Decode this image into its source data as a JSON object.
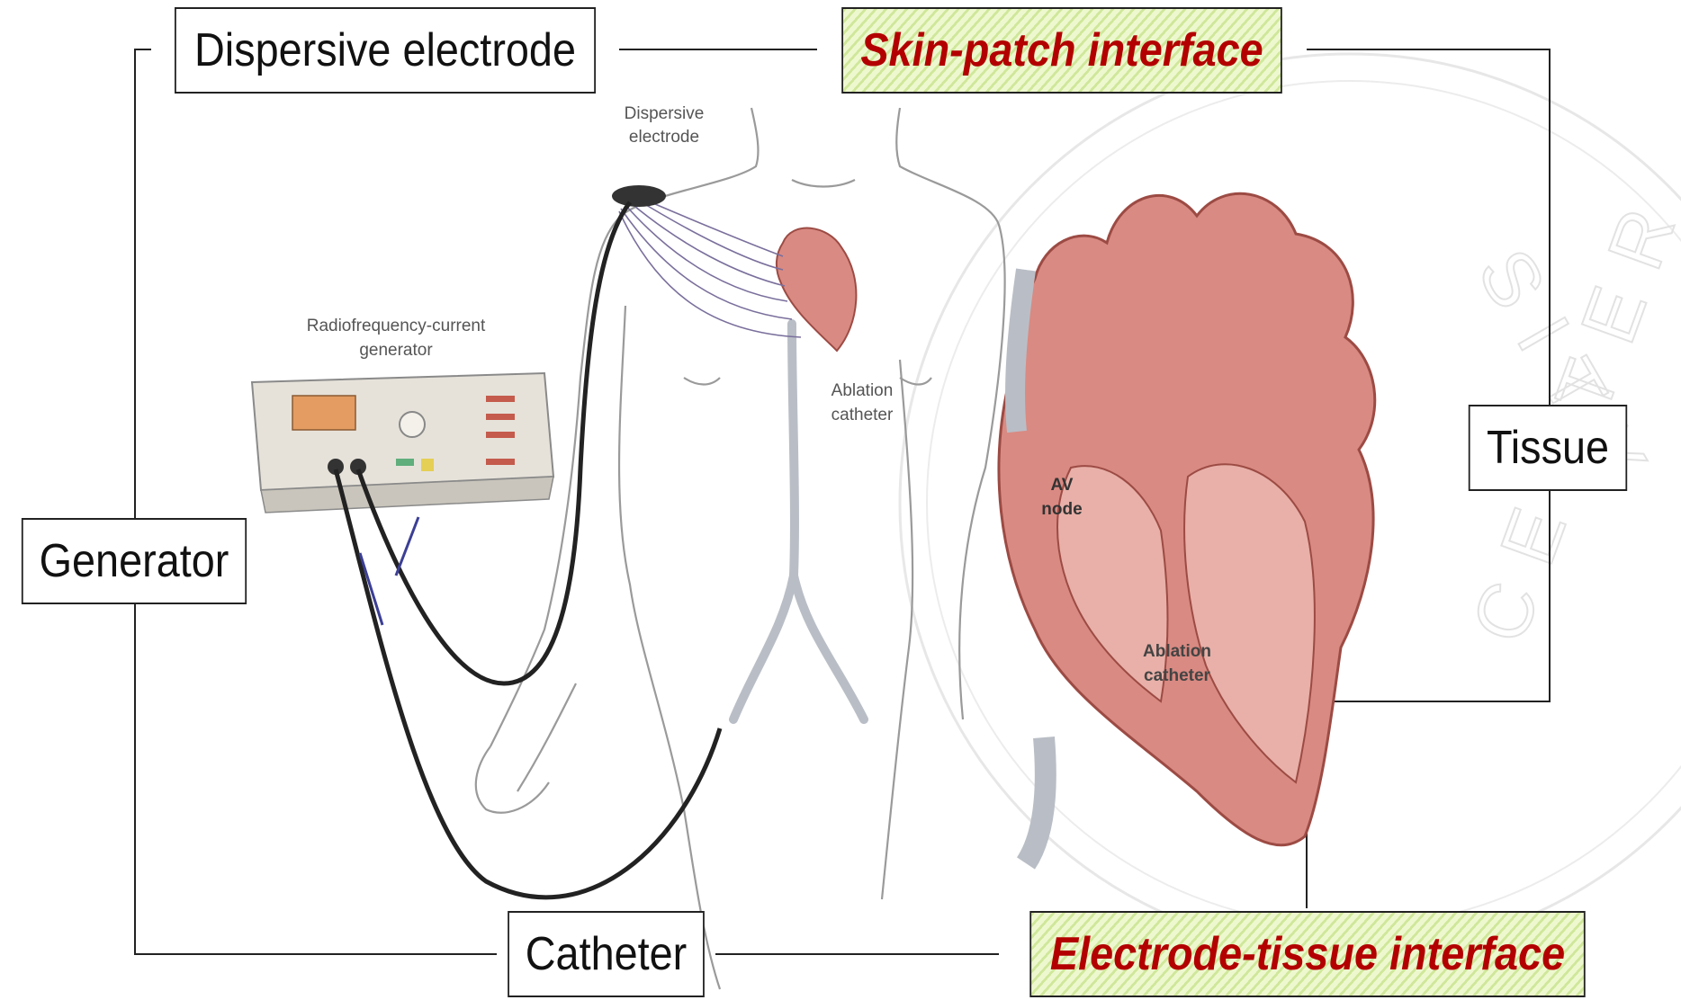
{
  "boxes": {
    "dispersive_electrode": "Dispersive electrode",
    "skin_patch_interface": "Skin-patch interface",
    "tissue": "Tissue",
    "generator": "Generator",
    "catheter": "Catheter",
    "electrode_tissue_interface": "Electrode-tissue interface"
  },
  "illustration": {
    "dispersive_electrode_label_1": "Dispersive",
    "dispersive_electrode_label_2": "electrode",
    "generator_label_1": "Radiofrequency-current",
    "generator_label_2": "generator",
    "ablation_catheter_body_1": "Ablation",
    "ablation_catheter_body_2": "catheter",
    "av_node_1": "AV",
    "av_node_2": "node",
    "ablation_catheter_heart_1": "Ablation",
    "ablation_catheter_heart_2": "catheter"
  },
  "colors": {
    "highlight_text": "#b30000",
    "highlight_fill": "#eef8cf",
    "heart": "#d98a82",
    "connector": "#222222"
  },
  "icons": [
    "radiofrequency-generator-icon",
    "human-body-icon",
    "heart-cross-section-icon",
    "university-seal-watermark"
  ]
}
